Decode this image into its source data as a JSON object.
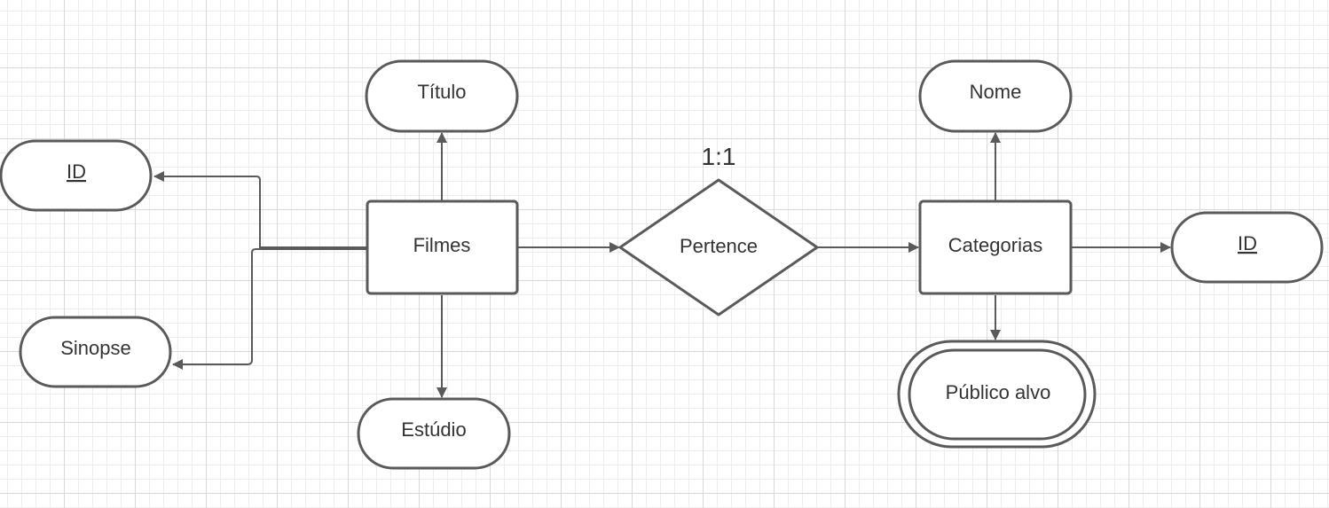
{
  "diagram": {
    "entities": {
      "filmes": "Filmes",
      "categorias": "Categorias"
    },
    "relationship": {
      "label": "Pertence",
      "cardinality": "1:1"
    },
    "attributes": {
      "filmes_id": "ID",
      "titulo": "Título",
      "sinopse": "Sinopse",
      "estudio": "Estúdio",
      "nome": "Nome",
      "categorias_id": "ID",
      "publico_alvo": "Público alvo"
    },
    "colors": {
      "stroke": "#5a5a5a",
      "text": "#333333",
      "background": "#ffffff",
      "grid": "#d9d9d9"
    }
  }
}
